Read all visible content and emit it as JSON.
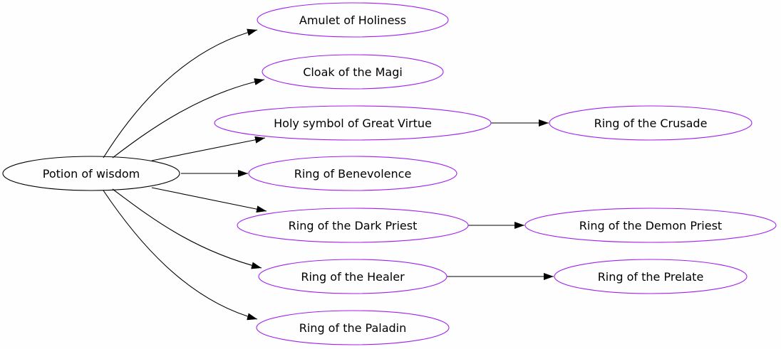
{
  "colors": {
    "root_stroke": "#000000",
    "child_stroke": "#a020f0",
    "edge": "#000000"
  },
  "nodes": {
    "potion": "Potion of wisdom",
    "amulet": "Amulet of Holiness",
    "cloak": "Cloak of the Magi",
    "holy": "Holy symbol of Great Virtue",
    "benevolence": "Ring of Benevolence",
    "dark_priest": "Ring of the Dark Priest",
    "healer": "Ring of the Healer",
    "paladin": "Ring of the Paladin",
    "crusade": "Ring of the Crusade",
    "demon_priest": "Ring of the Demon Priest",
    "prelate": "Ring of the Prelate"
  },
  "edges": [
    [
      "potion",
      "amulet"
    ],
    [
      "potion",
      "cloak"
    ],
    [
      "potion",
      "holy"
    ],
    [
      "potion",
      "benevolence"
    ],
    [
      "potion",
      "dark_priest"
    ],
    [
      "potion",
      "healer"
    ],
    [
      "potion",
      "paladin"
    ],
    [
      "holy",
      "crusade"
    ],
    [
      "dark_priest",
      "demon_priest"
    ],
    [
      "healer",
      "prelate"
    ]
  ]
}
